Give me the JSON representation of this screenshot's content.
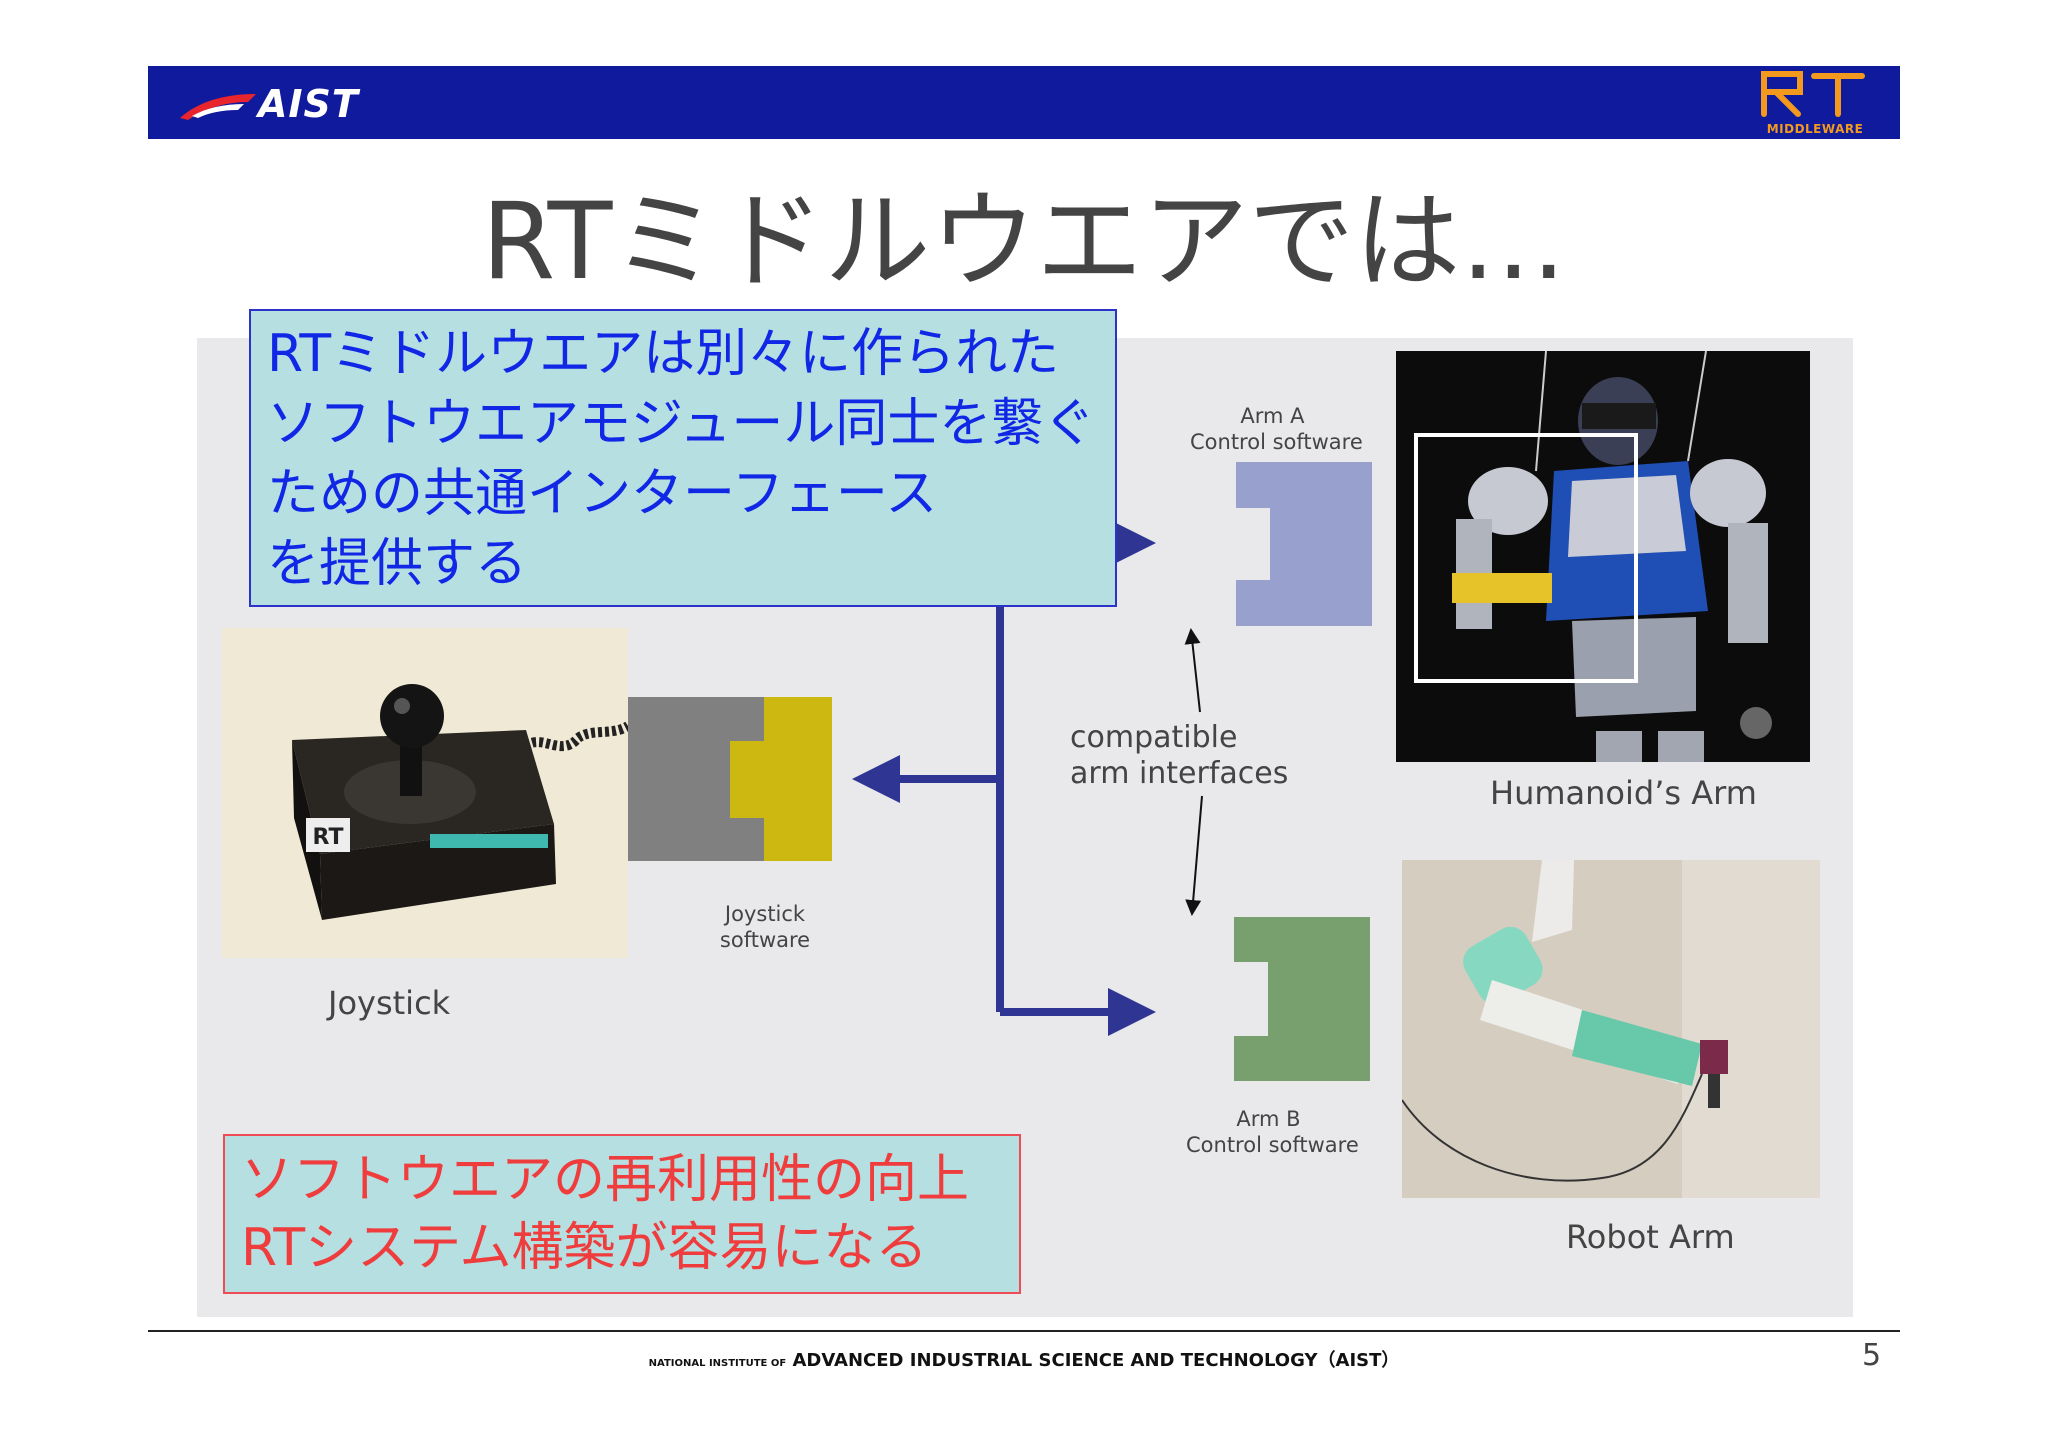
{
  "header": {
    "left_logo": "AIST",
    "right_logo_mark": "RT",
    "right_logo_caption": "MIDDLEWARE"
  },
  "title": "RTミドルウエアでは…",
  "callout_top": {
    "lines": [
      "RTミドルウエアは別々に作られた",
      "ソフトウエアモジュール同士を繋ぐ",
      "ための共通インターフェース",
      "を提供する"
    ],
    "text_color": "#1127e6",
    "border_color": "#2b33c8"
  },
  "callout_bottom": {
    "lines": [
      "ソフトウエアの再利用性の向上",
      "RTシステム構築が容易になる"
    ],
    "text_color": "#ef3d3d",
    "border_color": "#ef4b55"
  },
  "diagram": {
    "joystick_caption": "Joystick",
    "joystick_software_label": [
      "Joystick",
      "software"
    ],
    "arm_a_label": [
      "Arm A",
      "Control software"
    ],
    "arm_b_label": [
      "Arm B",
      "Control software"
    ],
    "compatible_label": [
      "compatible",
      "arm interfaces"
    ],
    "humanoid_caption": "Humanoid’s Arm",
    "robot_arm_caption": "Robot Arm",
    "joystick_box_text": "RT",
    "colors": {
      "connector": "#2e3592",
      "joystick_sw_gray": "#808080",
      "joystick_sw_yellow": "#cdb711",
      "arm_a": "#98a1cd",
      "arm_b": "#77a06e"
    }
  },
  "footer": {
    "prefix": "NATIONAL INSTITUTE OF",
    "main": "ADVANCED INDUSTRIAL SCIENCE AND TECHNOLOGY（AIST）",
    "page_number": "5"
  }
}
